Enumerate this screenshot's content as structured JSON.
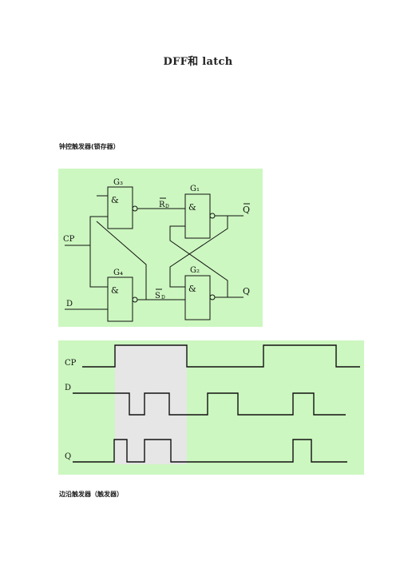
{
  "doc": {
    "title": "DFF和 latch",
    "heading1": "钟控触发器(锁存器）",
    "heading2": "边沿触发器（触发器）"
  },
  "circuit": {
    "gate_symbol": "&",
    "labels": {
      "g1": "G₁",
      "g2": "G₂",
      "g3": "G₃",
      "g4": "G₄",
      "rd": "R",
      "rd_sub": "D",
      "sd": "S",
      "sd_sub": "D",
      "qbar": "Q",
      "q": "Q",
      "cp": "CP",
      "d": "D"
    }
  },
  "timing": {
    "labels": {
      "cp": "CP",
      "d": "D",
      "q": "Q"
    },
    "colors": {
      "highlight": "#e6e6e6",
      "background": "#ccf7c0",
      "line": "#111111"
    }
  }
}
